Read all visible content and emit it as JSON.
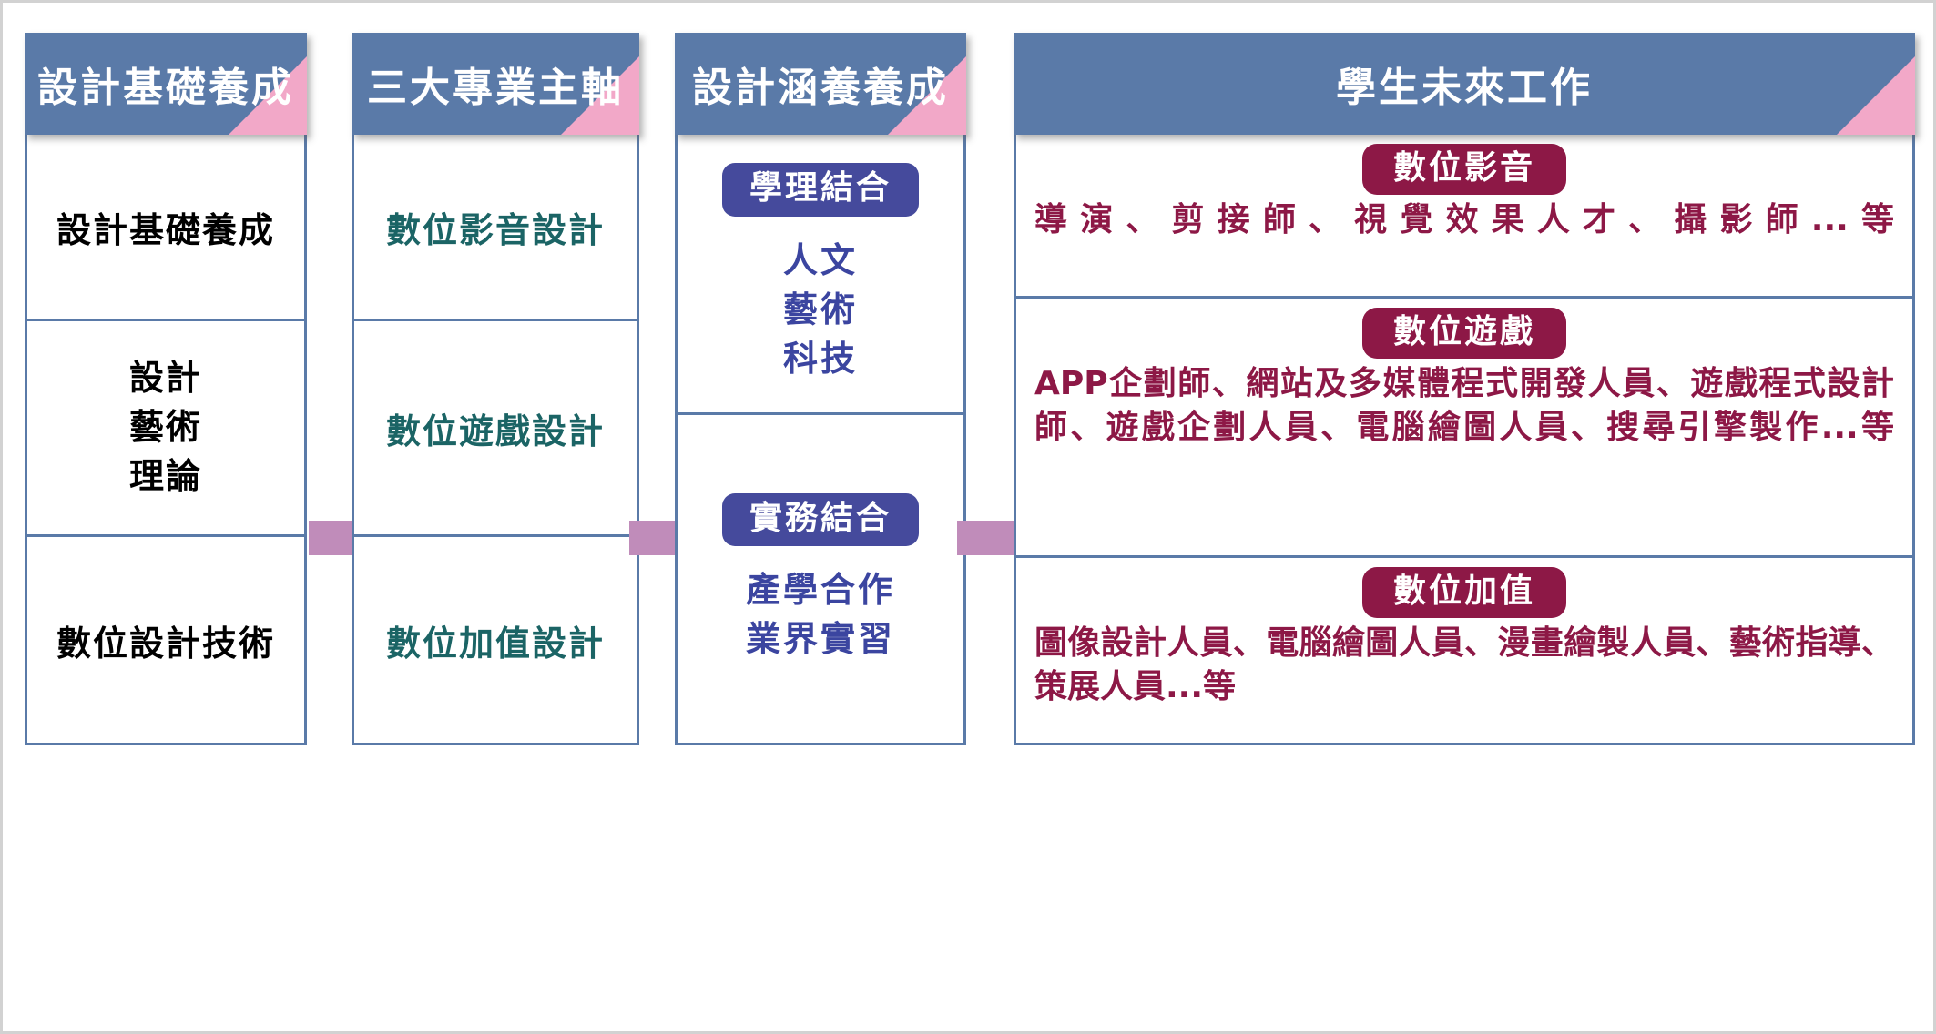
{
  "theme": {
    "header_blue": "#5a7aa8",
    "corner_pink": "#f2a8c8",
    "arrow_mauve": "#c08cba",
    "teal_text": "#1b6465",
    "purple_badge": "#454a9c",
    "purple_text": "#3b45a0",
    "maroon": "#8d1846",
    "page_bg": "#ffffff"
  },
  "columns": [
    {
      "id": "col1",
      "header": "設計基礎養成",
      "cells": [
        {
          "type": "text",
          "lines": [
            "設計基礎養成"
          ]
        },
        {
          "type": "text",
          "lines": [
            "設計",
            "藝術",
            "理論"
          ]
        },
        {
          "type": "text",
          "lines": [
            "數位設計技術"
          ]
        }
      ]
    },
    {
      "id": "col2",
      "header": "三大專業主軸",
      "cells": [
        {
          "type": "text",
          "lines": [
            "數位影音設計"
          ]
        },
        {
          "type": "text",
          "lines": [
            "數位遊戲設計"
          ]
        },
        {
          "type": "text",
          "lines": [
            "數位加值設計"
          ]
        }
      ]
    },
    {
      "id": "col3",
      "header": "設計涵養養成",
      "cells": [
        {
          "type": "badge",
          "badge": "學理結合",
          "lines": [
            "人文",
            "藝術",
            "科技"
          ]
        },
        {
          "type": "badge",
          "badge": "實務結合",
          "lines": [
            "產學合作",
            "業界實習"
          ]
        }
      ]
    },
    {
      "id": "col4",
      "header": "學生未來工作",
      "cells": [
        {
          "type": "jobs",
          "badge": "數位影音",
          "body": "導演、剪接師、視覺效果人才、攝影師...等"
        },
        {
          "type": "jobs",
          "badge": "數位遊戲",
          "body": "APP企劃師、網站及多媒體程式開發人員、遊戲程式設計師、遊戲企劃人員、電腦繪圖人員、搜尋引擎製作...等"
        },
        {
          "type": "jobs",
          "badge": "數位加值",
          "body": "圖像設計人員、電腦繪圖人員、漫畫繪製人員、藝術指導、策展人員...等"
        }
      ]
    }
  ],
  "arrows": [
    {
      "name": "arrow-col1-to-col2"
    },
    {
      "name": "arrow-col2-to-col3"
    },
    {
      "name": "arrow-col3-to-col4"
    }
  ]
}
